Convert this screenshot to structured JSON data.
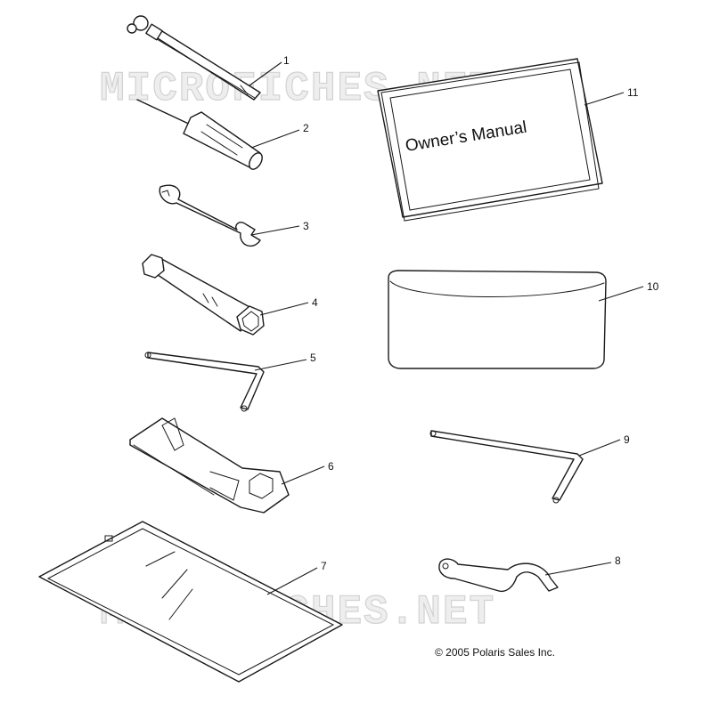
{
  "watermark": "MICROFICHES.NET",
  "manual_cover_text": "Owner’s Manual",
  "copyright": "© 2005 Polaris Sales Inc.",
  "callouts": [
    "1",
    "2",
    "3",
    "4",
    "5",
    "6",
    "7",
    "8",
    "9",
    "10",
    "11"
  ]
}
